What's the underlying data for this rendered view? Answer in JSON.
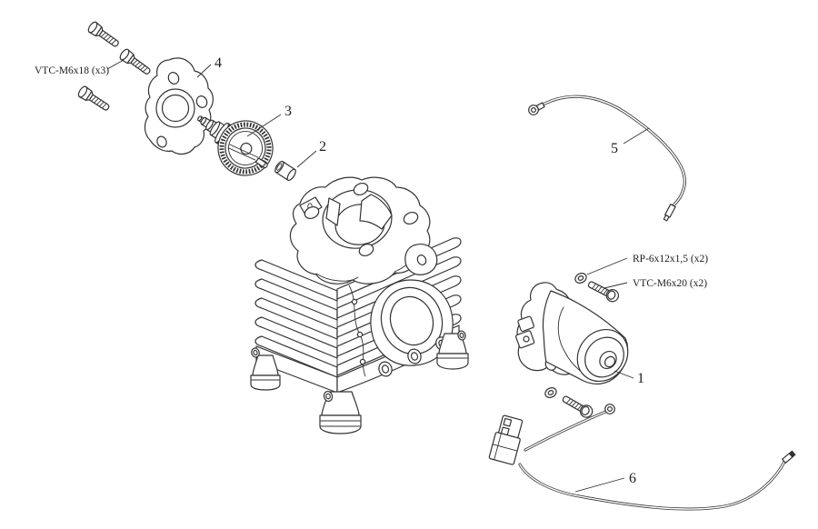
{
  "diagram": {
    "background": "#ffffff",
    "line_color": "#333333",
    "callouts": {
      "part1": "1",
      "part2": "2",
      "part3": "3",
      "part4": "4",
      "part5": "5",
      "part6": "6"
    },
    "hardware_labels": {
      "flange_bolts": "VTC-M6x18 (x3)",
      "motor_washers": "RP-6x12x1,5 (x2)",
      "motor_bolts": "VTC-M6x20 (x2)"
    }
  }
}
